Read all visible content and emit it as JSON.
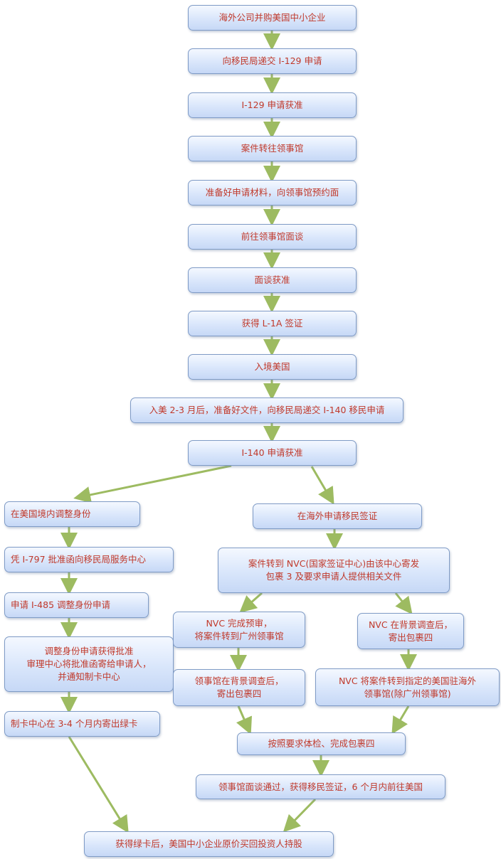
{
  "nodes": {
    "n1": "海外公司并购美国中小企业",
    "n2": "向移民局递交 I-129 申请",
    "n3": "I-129 申请获准",
    "n4": "案件转往领事馆",
    "n5": "准备好申请材料，向领事馆预约面",
    "n6": "前往领事馆面谈",
    "n7": "面谈获准",
    "n8": "获得 L-1A 签证",
    "n9": "入境美国",
    "n10": "入美 2-3 月后，准备好文件，向移民局递交 I-140 移民申请",
    "n11": "I-140 申请获准",
    "l1": "在美国境内调整身份",
    "l2": "凭 I-797 批准函向移民局服务中心",
    "l3": "申请 I-485 调整身份申请",
    "l4": "调整身份申请获得批准\n审理中心将批准函寄给申请人，\n并通知制卡中心",
    "l5": "制卡中心在 3-4 个月内寄出绿卡",
    "r1": "在海外申请移民签证",
    "r2": "案件转到 NVC(国家签证中心)由该中心寄发\n包裹 3 及要求申请人提供相关文件",
    "ra1": "NVC 完成预审，\n将案件转到广州领事馆",
    "ra2": "领事馆在背景调查后，\n寄出包裹四",
    "rb1": "NVC 在背景调查后，\n寄出包裹四",
    "rb2": "NVC 将案件转到指定的美国驻海外\n领事馆(除广州领事馆)",
    "m1": "按照要求体检、完成包裹四",
    "m2": "领事馆面谈通过，获得移民签证，6 个月内前往美国",
    "final": "获得绿卡后，美国中小企业原价买回投资人持股"
  },
  "colors": {
    "text": "#c0392b",
    "arrow": "#9dbb61",
    "box_border": "#7f9bc6"
  }
}
